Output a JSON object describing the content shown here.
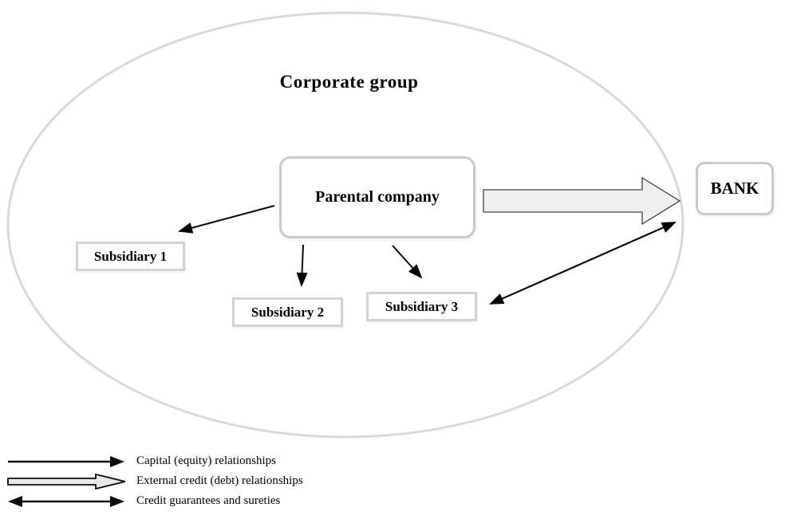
{
  "diagram": {
    "title": "Corporate group",
    "nodes": {
      "parent": {
        "label": "Parental company"
      },
      "bank": {
        "label": "BANK"
      },
      "sub1": {
        "label": "Subsidiary 1"
      },
      "sub2": {
        "label": "Subsidiary 2"
      },
      "sub3": {
        "label": "Subsidiary 3"
      }
    },
    "relationships": [
      {
        "from": "Parental company",
        "to": "Subsidiary 1",
        "type": "capital"
      },
      {
        "from": "Parental company",
        "to": "Subsidiary 2",
        "type": "capital"
      },
      {
        "from": "Parental company",
        "to": "Subsidiary 3",
        "type": "capital"
      },
      {
        "from": "Parental company",
        "to": "BANK",
        "type": "external-credit"
      },
      {
        "from": "Subsidiary 3",
        "to": "BANK",
        "type": "guarantee",
        "bidirectional": true
      }
    ],
    "legend": [
      {
        "symbol": "solid-arrow",
        "label": "Capital (equity) relationships"
      },
      {
        "symbol": "block-arrow",
        "label": "External credit (debt) relationships"
      },
      {
        "symbol": "double-arrow",
        "label": "Credit guarantees and sureties"
      }
    ],
    "colors": {
      "background": "#ffffff",
      "ellipse_border": "#d8d8d8",
      "box_border": "#cccccc",
      "block_arrow_fill": "#efefef",
      "arrow_stroke": "#000000",
      "text": "#000000"
    }
  }
}
